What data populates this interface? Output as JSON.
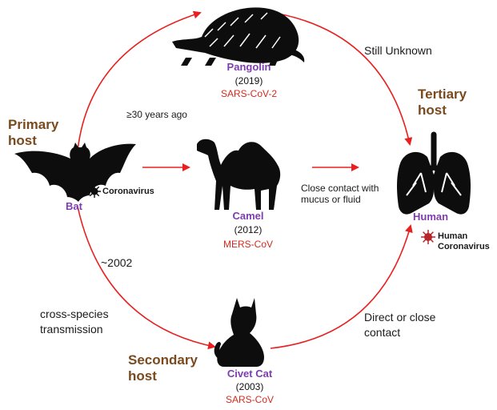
{
  "hosts": {
    "primary": [
      "Primary",
      "host"
    ],
    "secondary": [
      "Secondary",
      "host"
    ],
    "tertiary": [
      "Tertiary",
      "host"
    ]
  },
  "animals": {
    "pangolin": {
      "name": "Pangolin",
      "year": "(2019)",
      "virus": "SARS-CoV-2"
    },
    "camel": {
      "name": "Camel",
      "year": "(2012)",
      "virus": "MERS-CoV"
    },
    "civet": {
      "name": "Civet Cat",
      "year": "(2003)",
      "virus": "SARS-CoV"
    },
    "bat": {
      "name": "Bat",
      "virus_label": "Coronavirus"
    },
    "human": {
      "name": "Human",
      "virus_label": [
        "Human",
        "Coronavirus"
      ]
    }
  },
  "notes": {
    "still_unknown": "Still Unknown",
    "thirty_years": "≥30 years ago",
    "close_contact": [
      "Close contact with",
      "mucus or fluid"
    ],
    "circa_2002": "~2002",
    "cross_species": [
      "cross-species",
      "transmission"
    ],
    "direct_contact": [
      "Direct or close",
      "contact"
    ]
  },
  "colors": {
    "arrow": "#e8201f",
    "host": "#7a4a1e",
    "animal": "#7d3cb0",
    "virus": "#d42a1e",
    "silhouette": "#0d0d0d"
  },
  "icons": [
    "pangolin-silhouette",
    "camel-silhouette",
    "cat-silhouette",
    "bat-silhouette",
    "lungs-icon",
    "coronavirus-icon"
  ]
}
